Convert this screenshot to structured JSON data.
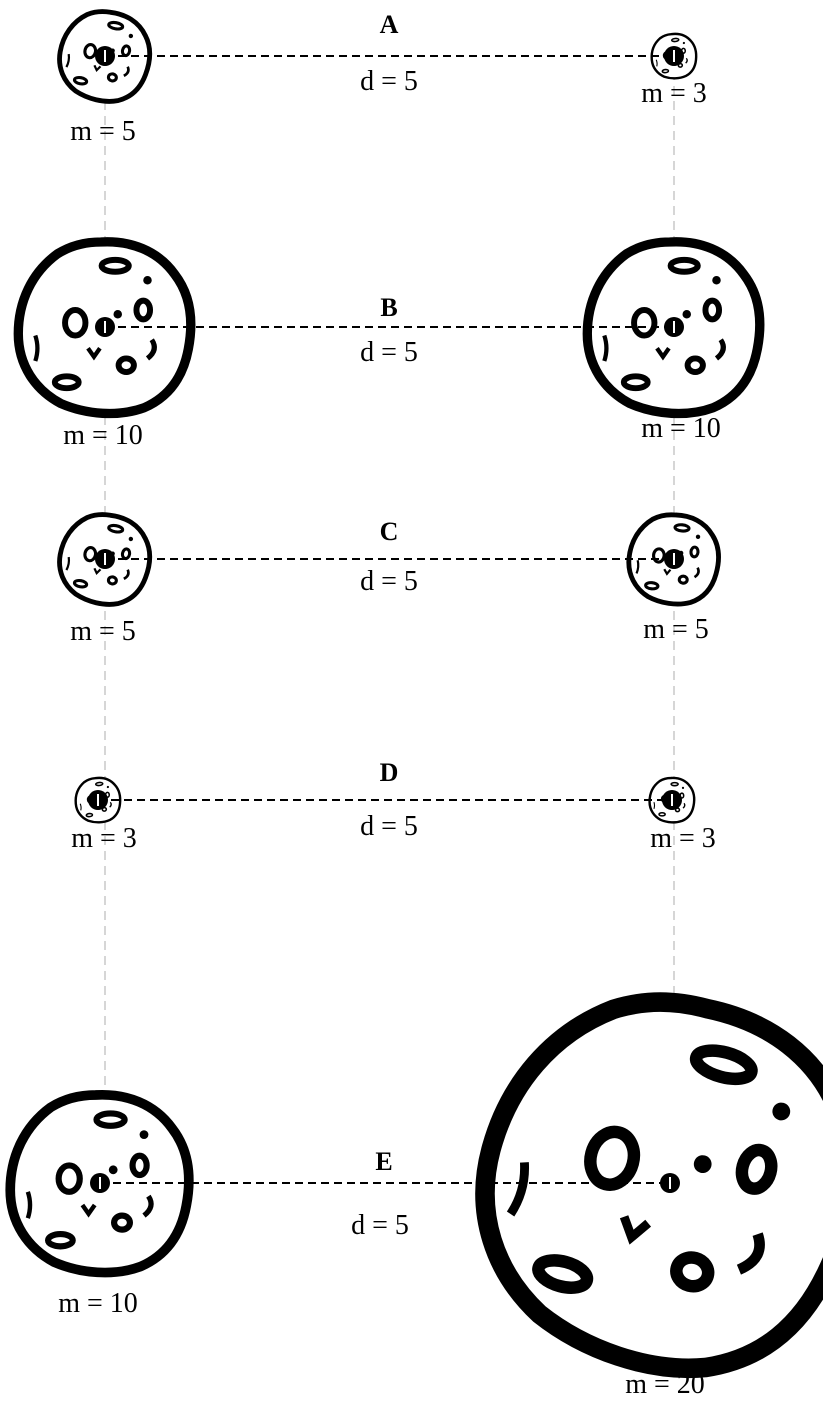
{
  "scenarios": [
    {
      "label": "A",
      "distance_text": "d = 5",
      "left_mass_text": "m = 5",
      "right_mass_text": "m = 3"
    },
    {
      "label": "B",
      "distance_text": "d = 5",
      "left_mass_text": "m = 10",
      "right_mass_text": "m = 10"
    },
    {
      "label": "C",
      "distance_text": "d = 5",
      "left_mass_text": "m = 5",
      "right_mass_text": "m = 5"
    },
    {
      "label": "D",
      "distance_text": "d = 5",
      "left_mass_text": "m = 3",
      "right_mass_text": "m = 3"
    },
    {
      "label": "E",
      "distance_text": "d = 5",
      "left_mass_text": "m = 10",
      "right_mass_text": "m = 20"
    }
  ]
}
